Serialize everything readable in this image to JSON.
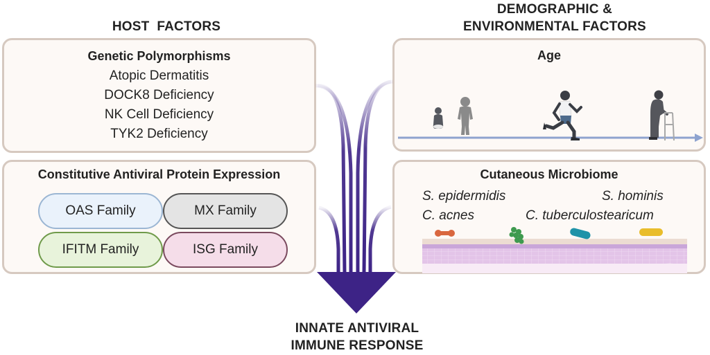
{
  "left_column": {
    "heading": "HOST  FACTORS",
    "genetic_box": {
      "title": "Genetic Polymorphisms",
      "items": [
        "Atopic Dermatitis",
        "DOCK8 Deficiency",
        "NK Cell Deficiency",
        "TYK2 Deficiency"
      ]
    },
    "protein_box": {
      "title": "Constitutive Antiviral Protein Expression",
      "families": [
        {
          "label": "OAS Family",
          "fill": "#eaf2fb",
          "border": "#9bb6d3"
        },
        {
          "label": "MX Family",
          "fill": "#e4e4e4",
          "border": "#555555"
        },
        {
          "label": "IFITM Family",
          "fill": "#e8f3db",
          "border": "#6f9a4a"
        },
        {
          "label": "ISG Family",
          "fill": "#f5dde9",
          "border": "#7a4a5e"
        }
      ]
    }
  },
  "right_column": {
    "heading_line1": "DEMOGRAPHIC &",
    "heading_line2": "ENVIRONMENTAL FACTORS",
    "age_box": {
      "title": "Age",
      "stages": [
        "infant-icon",
        "child-icon",
        "runner-adult-icon",
        "elderly-walker-icon"
      ]
    },
    "microbiome_box": {
      "title": "Cutaneous Microbiome",
      "species": [
        "S. epidermidis",
        "S. hominis",
        "C. acnes",
        "C. tuberculostearicum"
      ],
      "bacteria_colors": {
        "c_acnes": "#d9673f",
        "s_epidermidis": "#3f9a4f",
        "c_tuberculostearicum": "#1f93a8",
        "s_hominis": "#e9bd2b"
      }
    },
    "arrow_color": "#8ea3cf"
  },
  "output": {
    "line1": "INNATE ANTIVIRAL",
    "line2": "IMMUNE RESPONSE",
    "arrow_color": "#3d2386"
  }
}
